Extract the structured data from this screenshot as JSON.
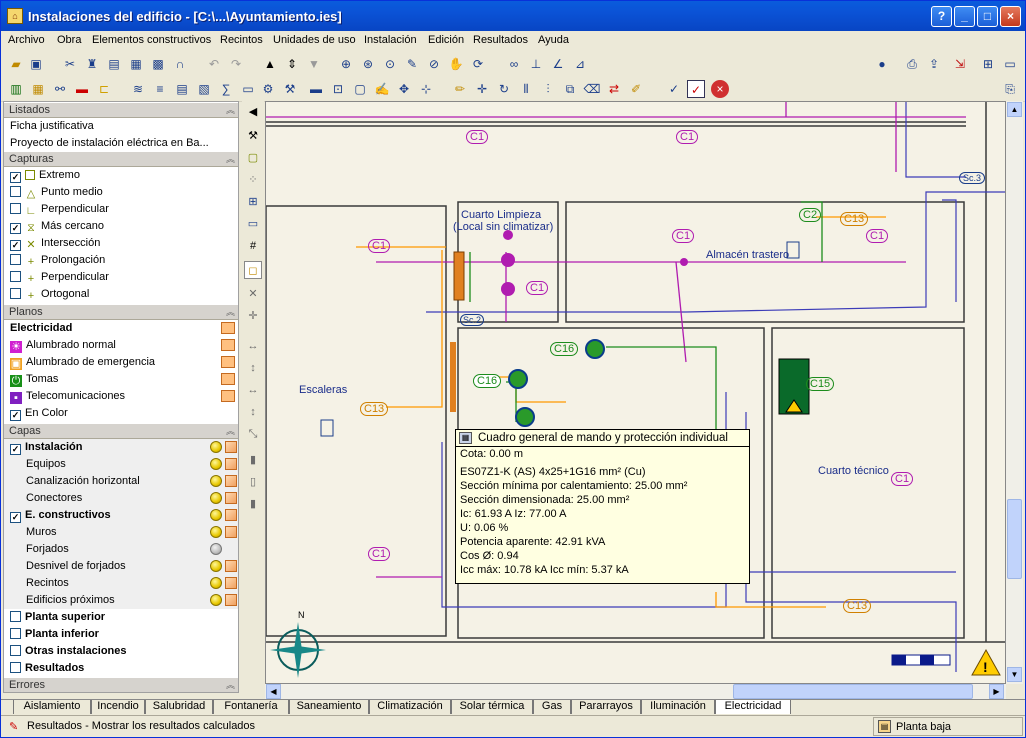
{
  "window": {
    "title": "Instalaciones del edificio - [C:\\...\\Ayuntamiento.ies]",
    "controls": {
      "help": "?",
      "minimize": "_",
      "maximize": "□",
      "close": "×"
    }
  },
  "menu": [
    "Archivo",
    "Obra",
    "Elementos constructivos",
    "Recintos",
    "Unidades de uso",
    "Instalación",
    "Edición",
    "Resultados",
    "Ayuda"
  ],
  "sidebar": {
    "listados": {
      "header": "Listados",
      "items": [
        "Ficha justificativa",
        "Proyecto de instalación eléctrica en Ba..."
      ]
    },
    "capturas": {
      "header": "Capturas",
      "items": [
        {
          "label": "Extremo",
          "checked": true
        },
        {
          "label": "Punto medio",
          "checked": false
        },
        {
          "label": "Perpendicular",
          "checked": false
        },
        {
          "label": "Más cercano",
          "checked": true
        },
        {
          "label": "Intersección",
          "checked": true
        },
        {
          "label": "Prolongación",
          "checked": false
        },
        {
          "label": "Perpendicular",
          "checked": false
        },
        {
          "label": "Ortogonal",
          "checked": false
        }
      ]
    },
    "planos": {
      "header": "Planos",
      "group": "Electricidad",
      "items": [
        "Alumbrado normal",
        "Alumbrado de emergencia",
        "Tomas",
        "Telecomunicaciones"
      ],
      "en_color": "En Color"
    },
    "capas": {
      "header": "Capas",
      "instalacion": "Instalación",
      "instalacion_items": [
        "Equipos",
        "Canalización horizontal",
        "Conectores"
      ],
      "constructivos": "E. constructivos",
      "constructivos_items": [
        "Muros",
        "Forjados",
        "Desnivel de forjados",
        "Recintos",
        "Edificios próximos"
      ],
      "others": [
        "Planta superior",
        "Planta inferior",
        "Otras instalaciones",
        "Resultados"
      ]
    },
    "errores": {
      "header": "Errores"
    }
  },
  "canvas": {
    "rooms": {
      "cuarto_limpieza_1": "Cuarto Limpieza",
      "cuarto_limpieza_2": "(Local sin climatizar)",
      "almacen": "Almacén trastero",
      "escaleras": "Escaleras",
      "cuarto_tecnico": "Cuarto técnico"
    },
    "circuits": {
      "c1": "C1",
      "c2": "C2",
      "c13": "C13",
      "c15": "C15",
      "c16": "C16",
      "sc3": "Sc.3",
      "sc2": "Sc.2"
    },
    "north": "N"
  },
  "tooltip": {
    "title": "Cuadro general de mando y protección individual",
    "lines": [
      "Cota: 0.00 m",
      "ES07Z1-K (AS) 4x25+1G16 mm² (Cu)",
      "Sección mínima por calentamiento: 25.00 mm²",
      "Sección dimensionada: 25.00 mm²",
      "Ic: 61.93 A Iz: 77.00 A",
      "U: 0.06 %",
      "Potencia aparente: 42.91 kVA",
      "Cos Ø: 0.94",
      "Icc máx: 10.78 kA Icc mín: 5.37 kA"
    ]
  },
  "tabs": [
    "Aislamiento",
    "Incendio",
    "Salubridad",
    "Fontanería",
    "Saneamiento",
    "Climatización",
    "Solar térmica",
    "Gas",
    "Pararrayos",
    "Iluminación",
    "Electricidad"
  ],
  "active_tab": "Electricidad",
  "status": {
    "message": "Resultados - Mostrar los resultados calculados",
    "floor": "Planta baja"
  },
  "colors": {
    "titlebar": "#0a5cdc",
    "circuit_line": "#3c3cb8",
    "wire_purple": "#b01cb0",
    "wire_orange": "#ff9900",
    "wire_green": "#1c8c1c",
    "tooltip_bg": "#ffffe1"
  }
}
